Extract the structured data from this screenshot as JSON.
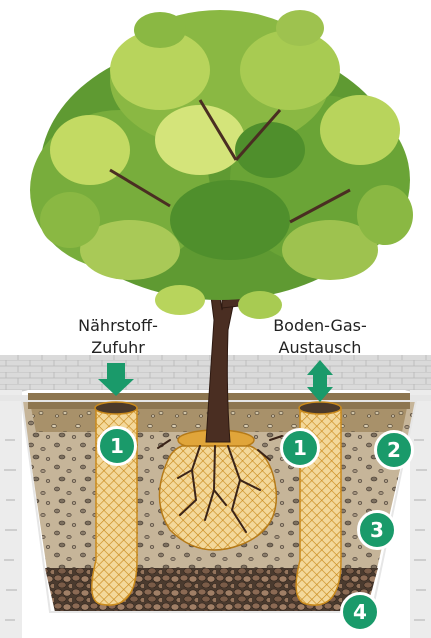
{
  "labels": {
    "left": {
      "line1": "Nährstoff-",
      "line2": "Zufuhr"
    },
    "right": {
      "line1": "Boden-Gas-",
      "line2": "Austausch"
    }
  },
  "badges": {
    "tube_left": "1",
    "tube_right": "1",
    "layer_top": "2",
    "layer_middle": "3",
    "layer_bottom": "4"
  },
  "colors": {
    "badge": "#1a9a6a",
    "arrow": "#1a9a6a",
    "foliage_dark": "#4f8f2c",
    "foliage_light": "#c7dc6a",
    "trunk": "#4a2e22",
    "soil_top": "#9a7a4a",
    "soil_middle": "#c4b396",
    "gravel": "#5e4a3a",
    "paving": "#d6d6d6",
    "mesh": "#d79a24"
  }
}
